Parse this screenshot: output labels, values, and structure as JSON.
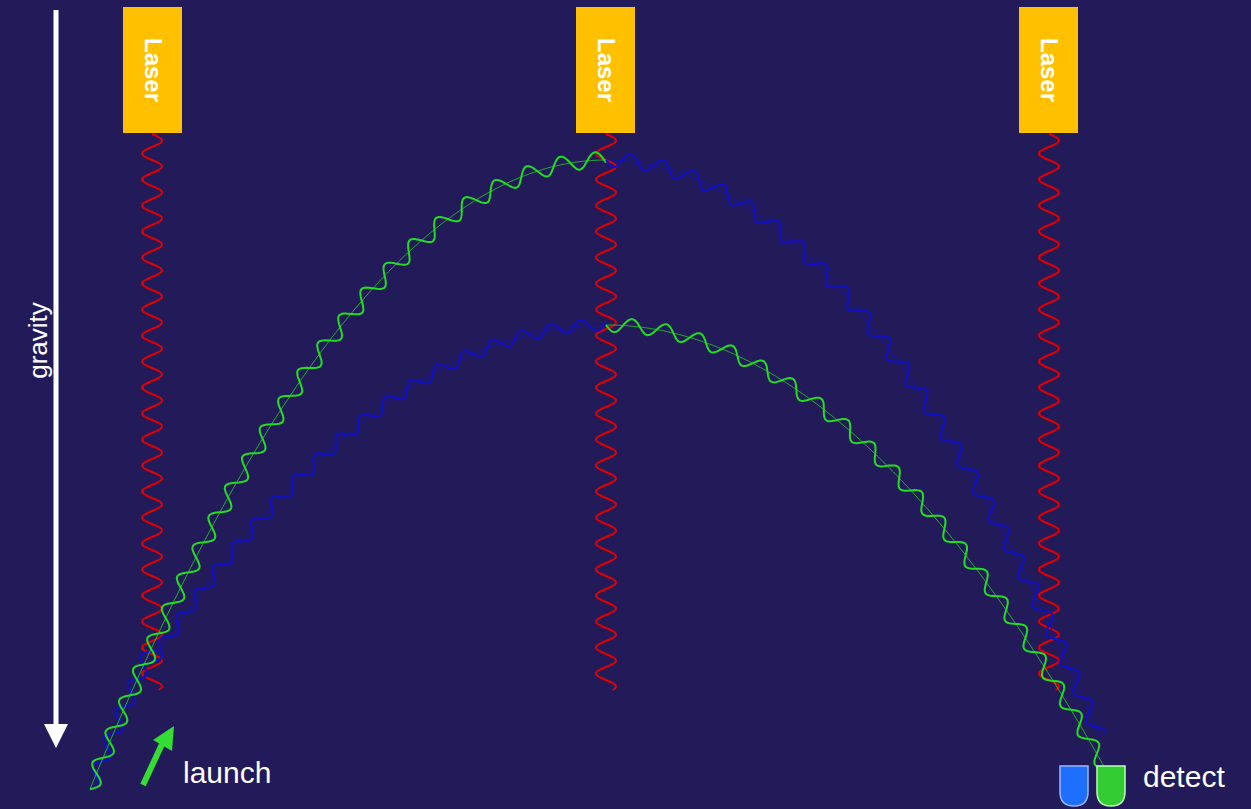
{
  "diagram": {
    "nodes": [
      {
        "text": [
          "Laser"
        ]
      },
      {
        "text": [
          "Laser"
        ]
      },
      {
        "text": [
          "Laser"
        ]
      }
    ],
    "labels": [
      "gravity",
      "launch",
      "detect"
    ]
  }
}
